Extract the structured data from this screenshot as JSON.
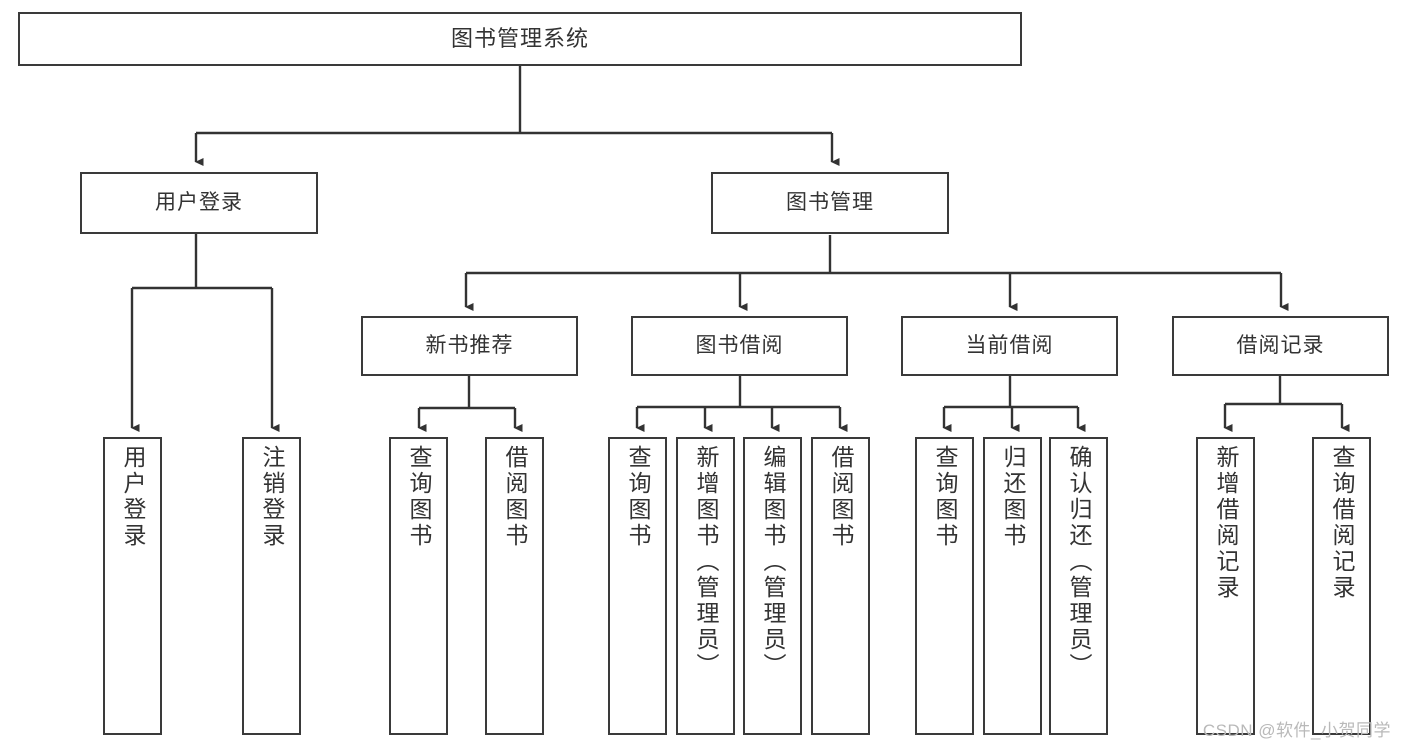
{
  "diagram": {
    "title": "图书管理系统",
    "type": "tree",
    "watermark": "CSDN @软件_小贺同学",
    "colors": {
      "border": "#3a3a3a",
      "text": "#333333",
      "edge": "#333333",
      "background": "#ffffff",
      "watermark": "#b9b9b9"
    },
    "nodes": {
      "root": {
        "label": "图书管理系统"
      },
      "level2": [
        {
          "id": "user-login",
          "label": "用户登录"
        },
        {
          "id": "book-manage",
          "label": "图书管理"
        }
      ],
      "level3": [
        {
          "id": "new-book-recommend",
          "label": "新书推荐"
        },
        {
          "id": "book-borrow",
          "label": "图书借阅"
        },
        {
          "id": "current-borrow",
          "label": "当前借阅"
        },
        {
          "id": "borrow-record",
          "label": "借阅记录"
        }
      ],
      "leaves": [
        {
          "id": "leaf-user-login",
          "label": "用户登录",
          "parent": "user-login"
        },
        {
          "id": "leaf-user-logout",
          "label": "注销登录",
          "parent": "user-login"
        },
        {
          "id": "leaf-query-book-1",
          "label": "查询图书",
          "parent": "new-book-recommend"
        },
        {
          "id": "leaf-borrow-book-1",
          "label": "借阅图书",
          "parent": "new-book-recommend"
        },
        {
          "id": "leaf-query-book-2",
          "label": "查询图书",
          "parent": "book-borrow"
        },
        {
          "id": "leaf-add-book",
          "label": "新增图书（管理员）",
          "parent": "book-borrow"
        },
        {
          "id": "leaf-edit-book",
          "label": "编辑图书（管理员）",
          "parent": "book-borrow"
        },
        {
          "id": "leaf-borrow-book-2",
          "label": "借阅图书",
          "parent": "book-borrow"
        },
        {
          "id": "leaf-query-book-3",
          "label": "查询图书",
          "parent": "current-borrow"
        },
        {
          "id": "leaf-return-book",
          "label": "归还图书",
          "parent": "current-borrow"
        },
        {
          "id": "leaf-confirm-return",
          "label": "确认归还（管理员）",
          "parent": "current-borrow"
        },
        {
          "id": "leaf-add-record",
          "label": "新增借阅记录",
          "parent": "borrow-record"
        },
        {
          "id": "leaf-query-record",
          "label": "查询借阅记录",
          "parent": "borrow-record"
        }
      ]
    }
  }
}
